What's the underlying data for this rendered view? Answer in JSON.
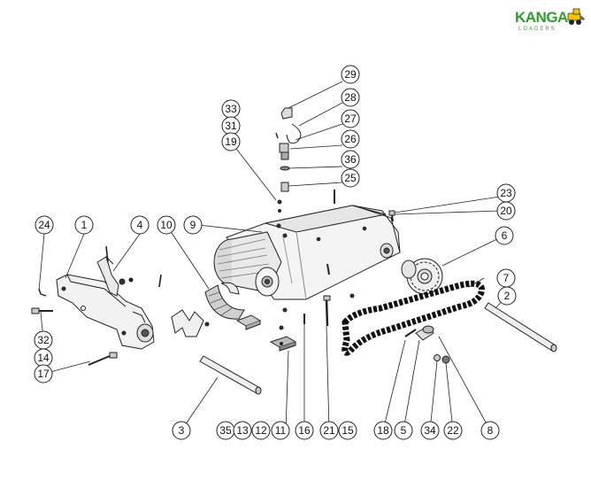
{
  "brand": {
    "name": "KANGA",
    "subtitle": "LOADERS",
    "accent_color": "#2f9e2f",
    "secondary_color": "#f2c300"
  },
  "callouts": [
    {
      "label": "29"
    },
    {
      "label": "28"
    },
    {
      "label": "27"
    },
    {
      "label": "26"
    },
    {
      "label": "36"
    },
    {
      "label": "25"
    },
    {
      "label": "33"
    },
    {
      "label": "31"
    },
    {
      "label": "19"
    },
    {
      "label": "23"
    },
    {
      "label": "20"
    },
    {
      "label": "9"
    },
    {
      "label": "10"
    },
    {
      "label": "24"
    },
    {
      "label": "1"
    },
    {
      "label": "4"
    },
    {
      "label": "6"
    },
    {
      "label": "7"
    },
    {
      "label": "2"
    },
    {
      "label": "32"
    },
    {
      "label": "14"
    },
    {
      "label": "17"
    },
    {
      "label": "3"
    },
    {
      "label": "35"
    },
    {
      "label": "13"
    },
    {
      "label": "12"
    },
    {
      "label": "11"
    },
    {
      "label": "16"
    },
    {
      "label": "21"
    },
    {
      "label": "15"
    },
    {
      "label": "18"
    },
    {
      "label": "5"
    },
    {
      "label": "34"
    },
    {
      "label": "22"
    },
    {
      "label": "8"
    }
  ]
}
